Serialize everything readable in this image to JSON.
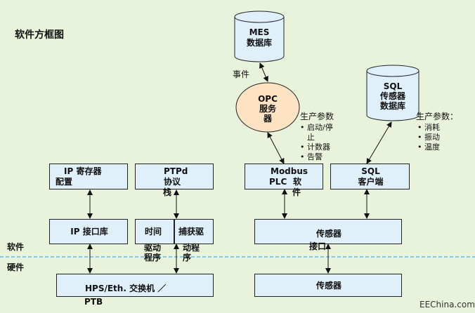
{
  "title": "软件方框图",
  "mes": {
    "line1": "MES",
    "line2": "数据库"
  },
  "sql_db": {
    "line1": "SQL",
    "line2": "传感器",
    "line3": "数据库"
  },
  "opc": {
    "line1": "OPC",
    "line2": "服务",
    "line3": "器"
  },
  "events_label": "事件",
  "opc_params": {
    "heading": "生产参数",
    "items": [
      "• 启动/停",
      "止",
      "• 计数器",
      "• 告警"
    ]
  },
  "sql_params": {
    "heading": "生产参数：",
    "items": [
      "• 消耗",
      "• 振动",
      "• 温度"
    ]
  },
  "ip_register": {
    "line1": "IP 寄存器",
    "line2": "配置"
  },
  "ptpd": {
    "line1": "PTPd",
    "line2": "协议",
    "line3": "栈"
  },
  "modbus": {
    "line1": "Modbus",
    "line2a": "PLC",
    "line2b": "软",
    "line3": "件"
  },
  "sql_client": {
    "line1": "SQL",
    "line2": "客户端"
  },
  "ip_interface": {
    "label": "IP 接口库"
  },
  "time_driver": {
    "line1": "时间",
    "line2": "驱动",
    "line3": "程序"
  },
  "capture_driver": {
    "line1": "捕获驱",
    "line2": "动程",
    "line3": "序"
  },
  "sensor_iface": {
    "line1": "传感器",
    "line2": "接口"
  },
  "software_label": "软件",
  "hardware_label": "硬件",
  "hps": {
    "line1": "HPS/Eth. 交换机 ／",
    "line2": "PTB"
  },
  "sensor_hw": {
    "label": "传感器"
  },
  "watermark": "EEChina.com",
  "colors": {
    "background": "#e9f3dc",
    "box_fill": "#dff0fb",
    "opc_fill": "#fde3c3",
    "divider": "#6cb6e6"
  }
}
